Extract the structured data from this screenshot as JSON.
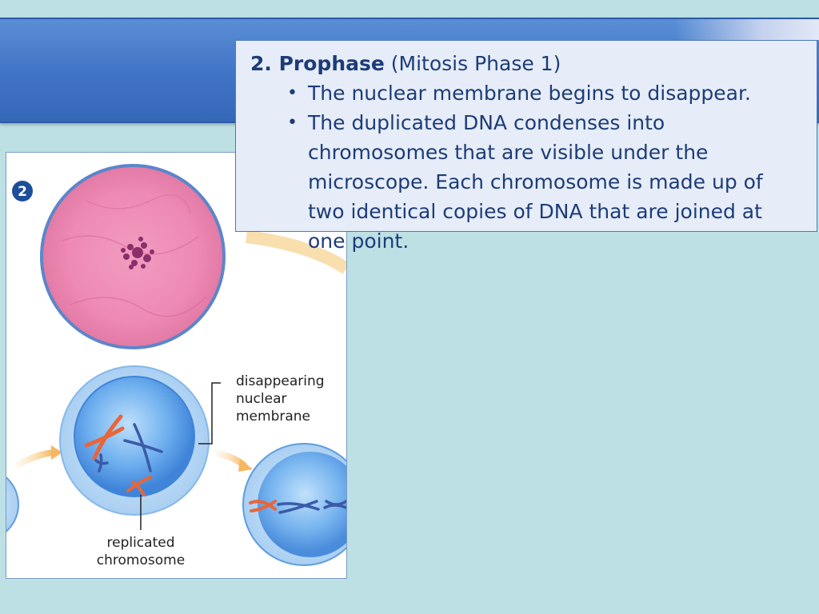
{
  "slide": {
    "step_number": "2",
    "heading_bold": "2. Prophase",
    "heading_rest": "(Mitosis Phase 1)",
    "bullets": [
      "The nuclear membrane begins to disappear.",
      "The duplicated DNA condenses into chromosomes that are visible under the microscope. Each chromosome is made up of two identical copies of DNA that are joined at one point."
    ]
  },
  "figure": {
    "label_membrane": [
      "disappearing",
      "nuclear",
      "membrane"
    ],
    "label_chromosome": [
      "replicated",
      "chromosome"
    ]
  },
  "colors": {
    "title_bar": "#3f73c4",
    "background": "#bde0e4",
    "text": "#1d3c78",
    "textbox_bg": "#e6edf8",
    "cell_pink": "#e87fa8",
    "cell_blue": "#4a8ee0",
    "chromosome_orange": "#e8663a",
    "chromosome_blue": "#3b5aa8"
  },
  "icons": {
    "bullet": "•"
  }
}
